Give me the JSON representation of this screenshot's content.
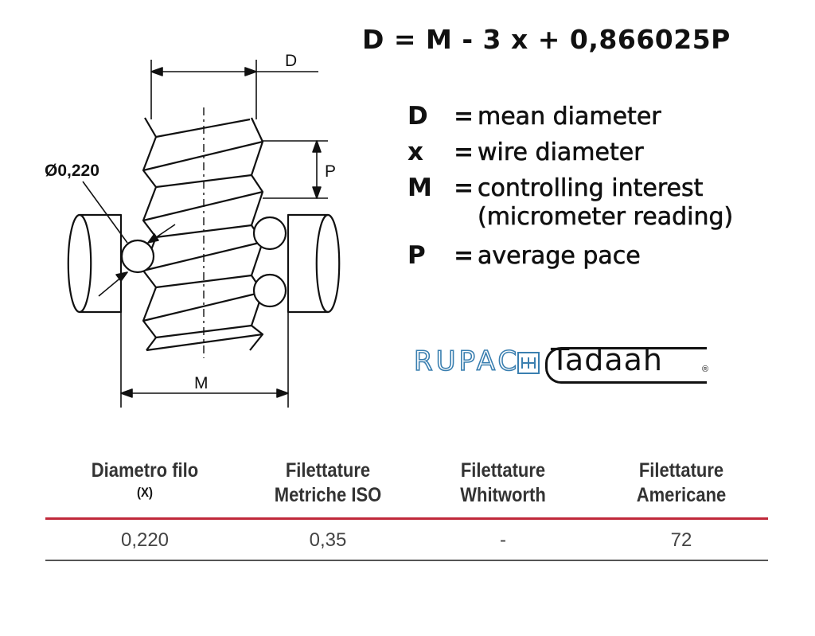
{
  "formula": "D = M - 3 x + 0,866025P",
  "diagram": {
    "label_d": "D",
    "label_p": "P",
    "label_m": "M",
    "wire_label": "Ø0,220"
  },
  "legend": [
    {
      "symbol": "D",
      "eq": "=",
      "definition": "mean diameter"
    },
    {
      "symbol": "x",
      "eq": "=",
      "definition": "wire diameter"
    },
    {
      "symbol": "M",
      "eq": "=",
      "definition": "controlling interest",
      "continuation": "(micrometer reading)"
    },
    {
      "symbol": "P",
      "eq": "=",
      "definition": "average pace"
    }
  ],
  "logos": {
    "rupac": "RUPAC",
    "tadaah": "Tadaah",
    "registered": "®"
  },
  "table": {
    "headers": [
      {
        "line1": "Diametro filo",
        "line2": "(X)"
      },
      {
        "line1": "Filettature",
        "line2": "Metriche ISO"
      },
      {
        "line1": "Filettature",
        "line2": "Whitworth"
      },
      {
        "line1": "Filettature",
        "line2": "Americane"
      }
    ],
    "rows": [
      [
        "0,220",
        "0,35",
        "-",
        "72"
      ]
    ],
    "rule_color": "#c0283a"
  }
}
